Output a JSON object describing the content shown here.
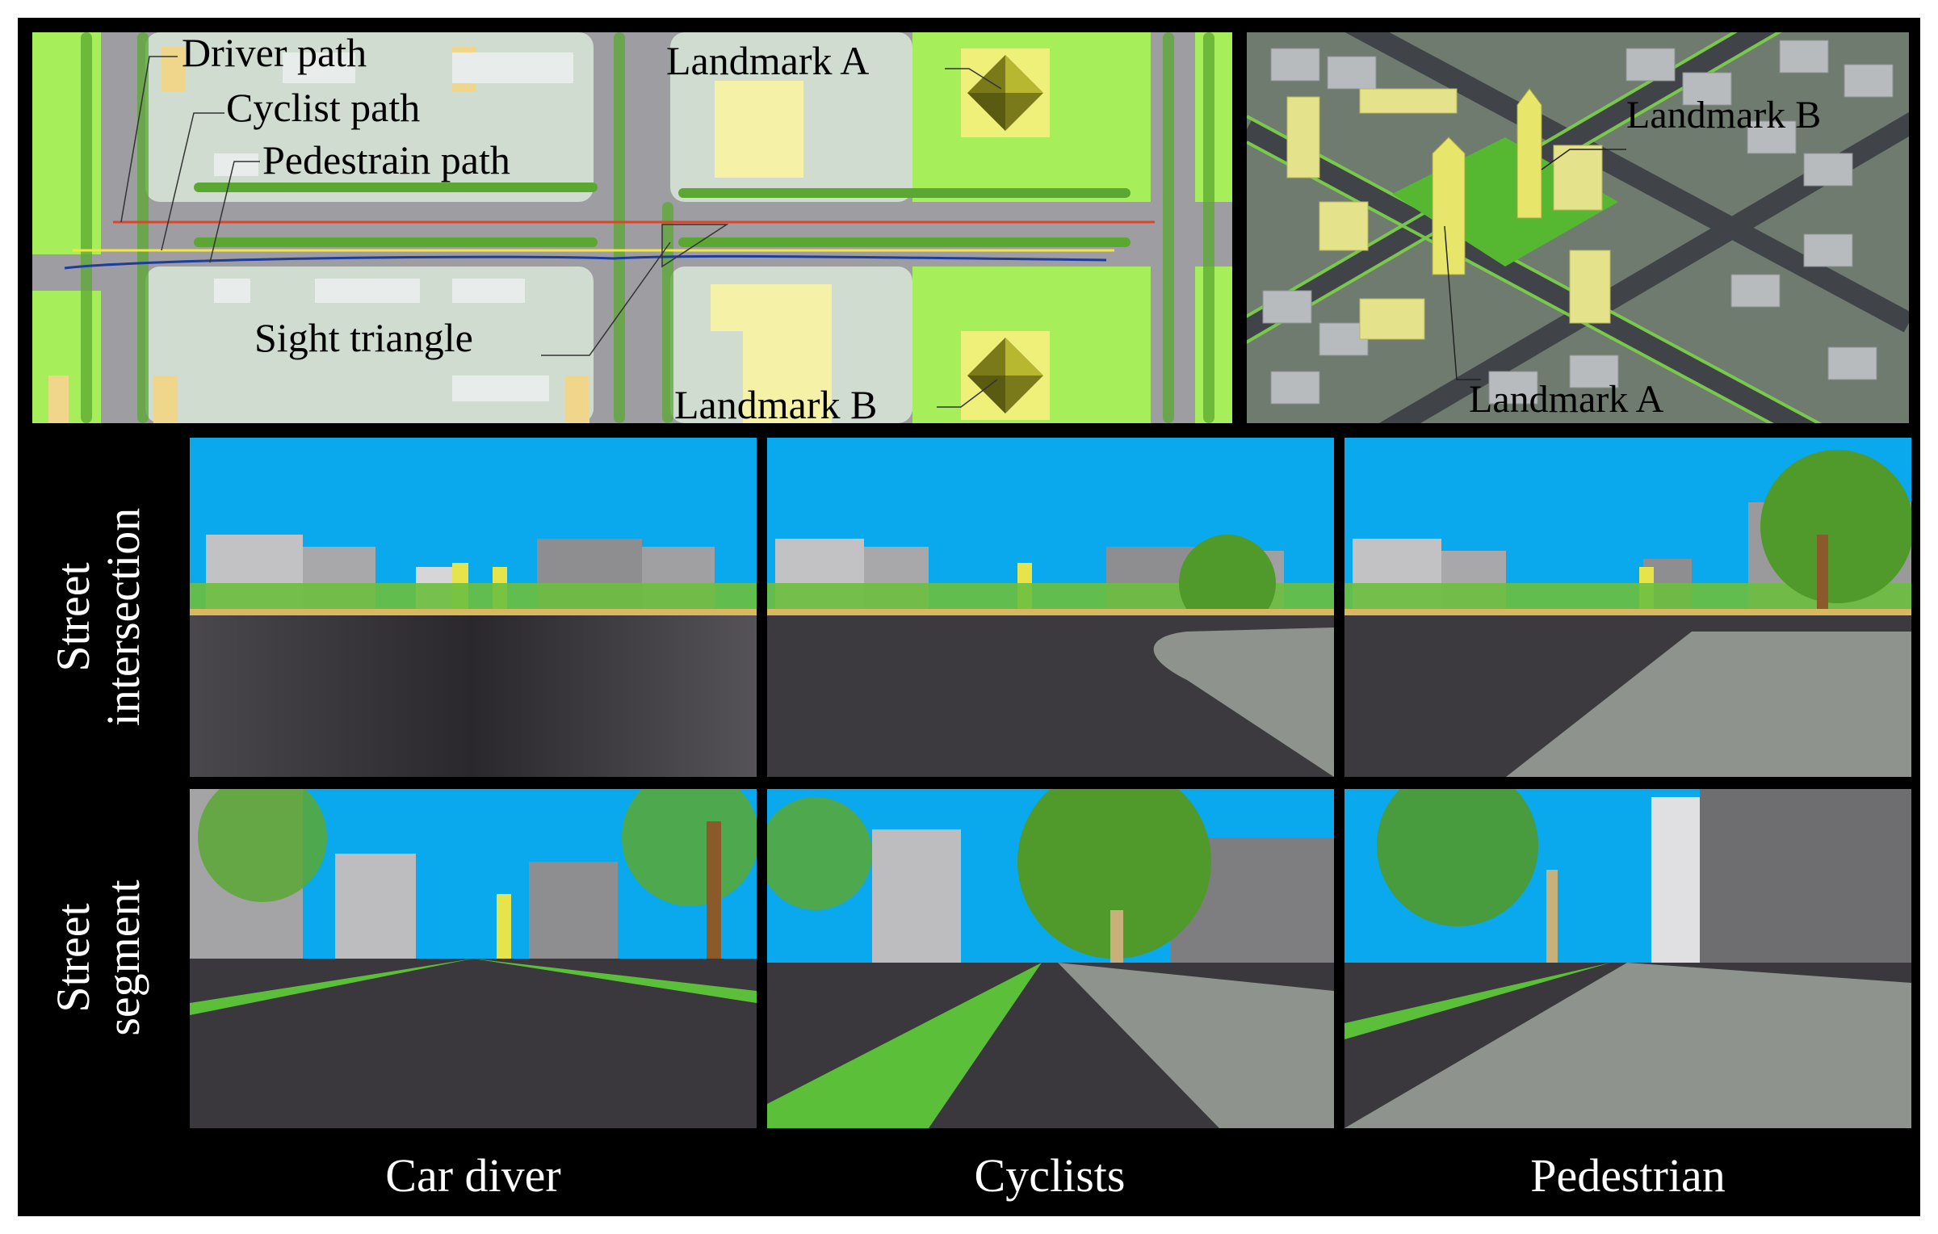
{
  "plan_view": {
    "labels": {
      "driver_path": "Driver  path",
      "cyclist_path": "Cyclist  path",
      "pedestrian_path": "Pedestrain  path",
      "sight_triangle": "Sight triangle",
      "landmark_a": "Landmark A",
      "landmark_b": "Landmark B"
    },
    "path_colors": {
      "driver": "#e0442a",
      "cyclist": "#f2e640",
      "pedestrian": "#1d3c9c"
    }
  },
  "aerial_view": {
    "labels": {
      "landmark_b": "Landmark B",
      "landmark_a": "Landmark A"
    }
  },
  "row_labels": {
    "intersection_line1": "Street",
    "intersection_line2": "intersection",
    "segment_line1": "Street",
    "segment_line2": "segment"
  },
  "column_labels": {
    "car_driver": "Car diver",
    "cyclists": "Cyclists",
    "pedestrian": "Pedestrian"
  },
  "colors": {
    "frame": "#000000",
    "sky": "#0aa8ec",
    "road": "#3e3c40",
    "lawn": "#a6ef5a",
    "parcel": "#cfdccf",
    "building_yellow": "#f5f2a8",
    "tree": "#5aa832"
  }
}
